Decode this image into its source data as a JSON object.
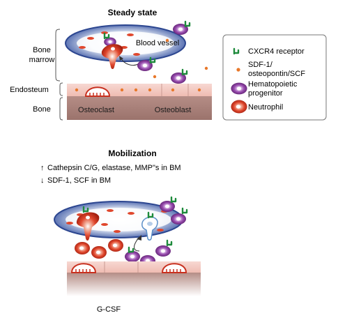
{
  "panel1": {
    "title": "Steady state",
    "vessel_label": "Blood vessel",
    "layers": {
      "marrow": [
        "Bone",
        "marrow"
      ],
      "endosteum": "Endosteum",
      "bone": "Bone"
    },
    "osteoclast_label": "Osteoclast",
    "osteoblast_label": "Osteoblast"
  },
  "legend": {
    "items": [
      {
        "icon": "cxcr4-receptor-icon",
        "lines": [
          "CXCR4 receptor"
        ]
      },
      {
        "icon": "sdf1-dot-icon",
        "lines": [
          "SDF-1/",
          "osteopontin/SCF"
        ]
      },
      {
        "icon": "hematopoietic-progenitor-icon",
        "lines": [
          "Hematopoietic",
          "progenitor"
        ]
      },
      {
        "icon": "neutrophil-icon",
        "lines": [
          "Neutrophil"
        ]
      }
    ]
  },
  "panel2": {
    "title": "Mobilization",
    "notes": [
      {
        "arrow": "↑",
        "text": "Cathepsin C/G, elastase, MMP\"s in BM"
      },
      {
        "arrow": "↓",
        "text": "SDF-1, SCF in BM"
      }
    ],
    "footer": "G-CSF"
  },
  "colors": {
    "cxcr4": "#1e8a3c",
    "sdf1": "#e8782a",
    "progenitor": "#7b2f8e",
    "neutrophil": "#d8341f",
    "endosteum": "#f3c8c0",
    "bone": "#a87f78",
    "vessel_stroke": "#3a56a3"
  }
}
